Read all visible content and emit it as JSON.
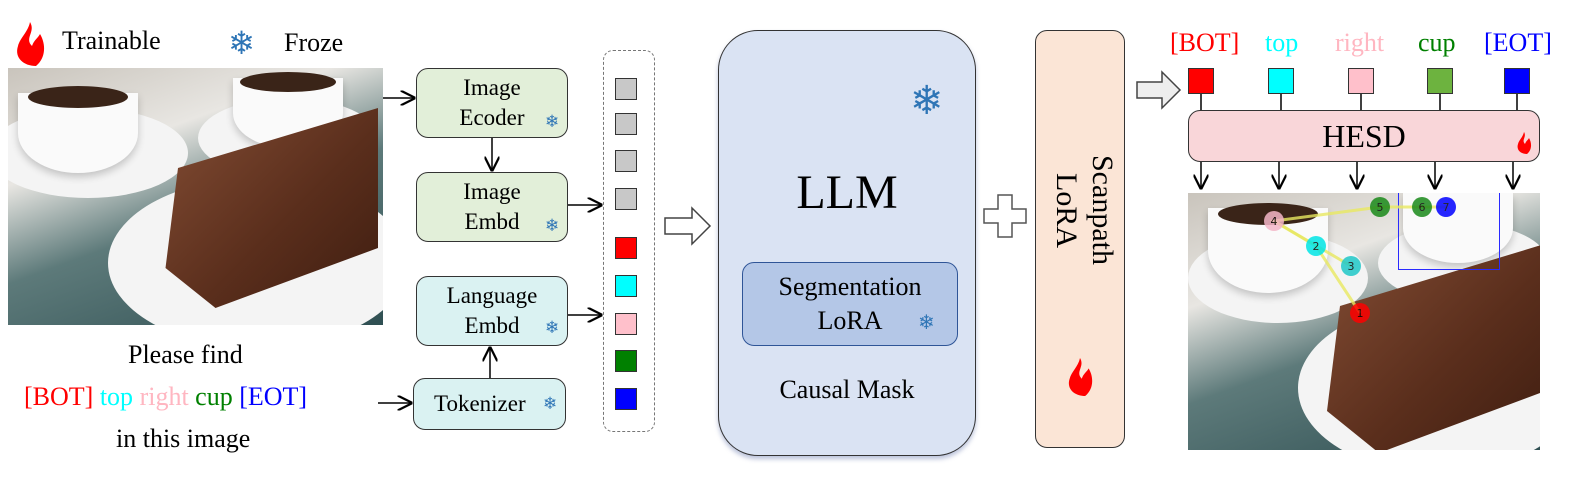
{
  "legend": {
    "trainable": "Trainable",
    "froze": "Froze",
    "trainable_icon": "flame-icon",
    "froze_icon": "snowflake-icon",
    "flame_color": "#ff0000",
    "snow_color": "#2e75b6"
  },
  "prompt": {
    "line1": "Please find",
    "tokens": [
      {
        "text": "[BOT]",
        "color": "#ff0000"
      },
      {
        "text": "top",
        "color": "#00ffff"
      },
      {
        "text": "right",
        "color": "#ffb6c1"
      },
      {
        "text": "cup",
        "color": "#008000"
      },
      {
        "text": "[EOT]",
        "color": "#0000ff"
      }
    ],
    "line3": "in this image"
  },
  "modules": {
    "image_encoder": "Image\nEcoder",
    "image_embd": "Image\nEmbd",
    "language_embd": "Language\nEmbd",
    "tokenizer": "Tokenizer",
    "llm": "LLM",
    "seg_lora": "Segmentation\nLoRA",
    "causal_mask": "Causal Mask",
    "scanpath_lora": "Scanpath\nLoRA",
    "hesd": "HESD"
  },
  "token_colors": [
    "#c8c8c8",
    "#c8c8c8",
    "#c8c8c8",
    "#c8c8c8",
    "#ff0000",
    "#00ffff",
    "#ffc0cb",
    "#008000",
    "#0000ff"
  ],
  "output_tokens": [
    {
      "text": "[BOT]",
      "color": "#ff0000"
    },
    {
      "text": "top",
      "color": "#00ffff"
    },
    {
      "text": "right",
      "color": "#ffb6c1"
    },
    {
      "text": "cup",
      "color": "#008000"
    },
    {
      "text": "[EOT]",
      "color": "#0000ff"
    }
  ],
  "output_square_colors": [
    "#ff0000",
    "#00ffff",
    "#ffc0cb",
    "#6db33f",
    "#0000ff"
  ],
  "scanpath": [
    {
      "n": "1",
      "color": "#ff0000"
    },
    {
      "n": "2",
      "color": "#00e5e5"
    },
    {
      "n": "3",
      "color": "#20c8c8"
    },
    {
      "n": "4",
      "color": "#f4b6c8"
    },
    {
      "n": "5",
      "color": "#1a8a1a"
    },
    {
      "n": "6",
      "color": "#1a8a1a"
    },
    {
      "n": "7",
      "color": "#0000ff"
    }
  ]
}
